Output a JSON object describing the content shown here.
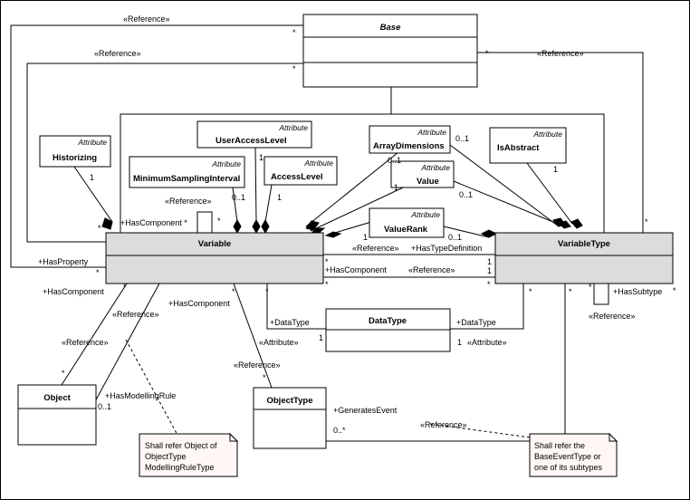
{
  "classes": {
    "base": "Base",
    "variable": "Variable",
    "variable_type": "VariableType",
    "data_type": "DataType",
    "object": "Object",
    "object_type": "ObjectType"
  },
  "attributes": {
    "stereotype": "Attribute",
    "historizing": "Historizing",
    "min_sampling": "MinimumSamplingInterval",
    "user_access_level": "UserAccessLevel",
    "access_level": "AccessLevel",
    "array_dimensions": "ArrayDimensions",
    "value": "Value",
    "value_rank": "ValueRank",
    "is_abstract": "IsAbstract"
  },
  "labels": {
    "reference": "«Reference»",
    "attribute_stereo": "«Attribute»",
    "has_component": "+HasComponent",
    "has_component_star": "+HasComponent *",
    "has_property": "+HasProperty",
    "has_type_definition": "+HasTypeDefinition",
    "has_subtype": "+HasSubtype",
    "data_type_role": "+DataType",
    "has_modelling_rule": "+HasModellingRule",
    "generates_event": "+GeneratesEvent"
  },
  "multiplicity": {
    "one": "1",
    "star": "*",
    "zero_one": "0..1",
    "zero_star": "0..*"
  },
  "notes": {
    "modelling_rule": [
      "Shall refer Object of",
      "ObjectType",
      "ModellingRuleType"
    ],
    "event_type": [
      "Shall refer the",
      "BaseEventType or",
      "one of its subtypes"
    ]
  }
}
